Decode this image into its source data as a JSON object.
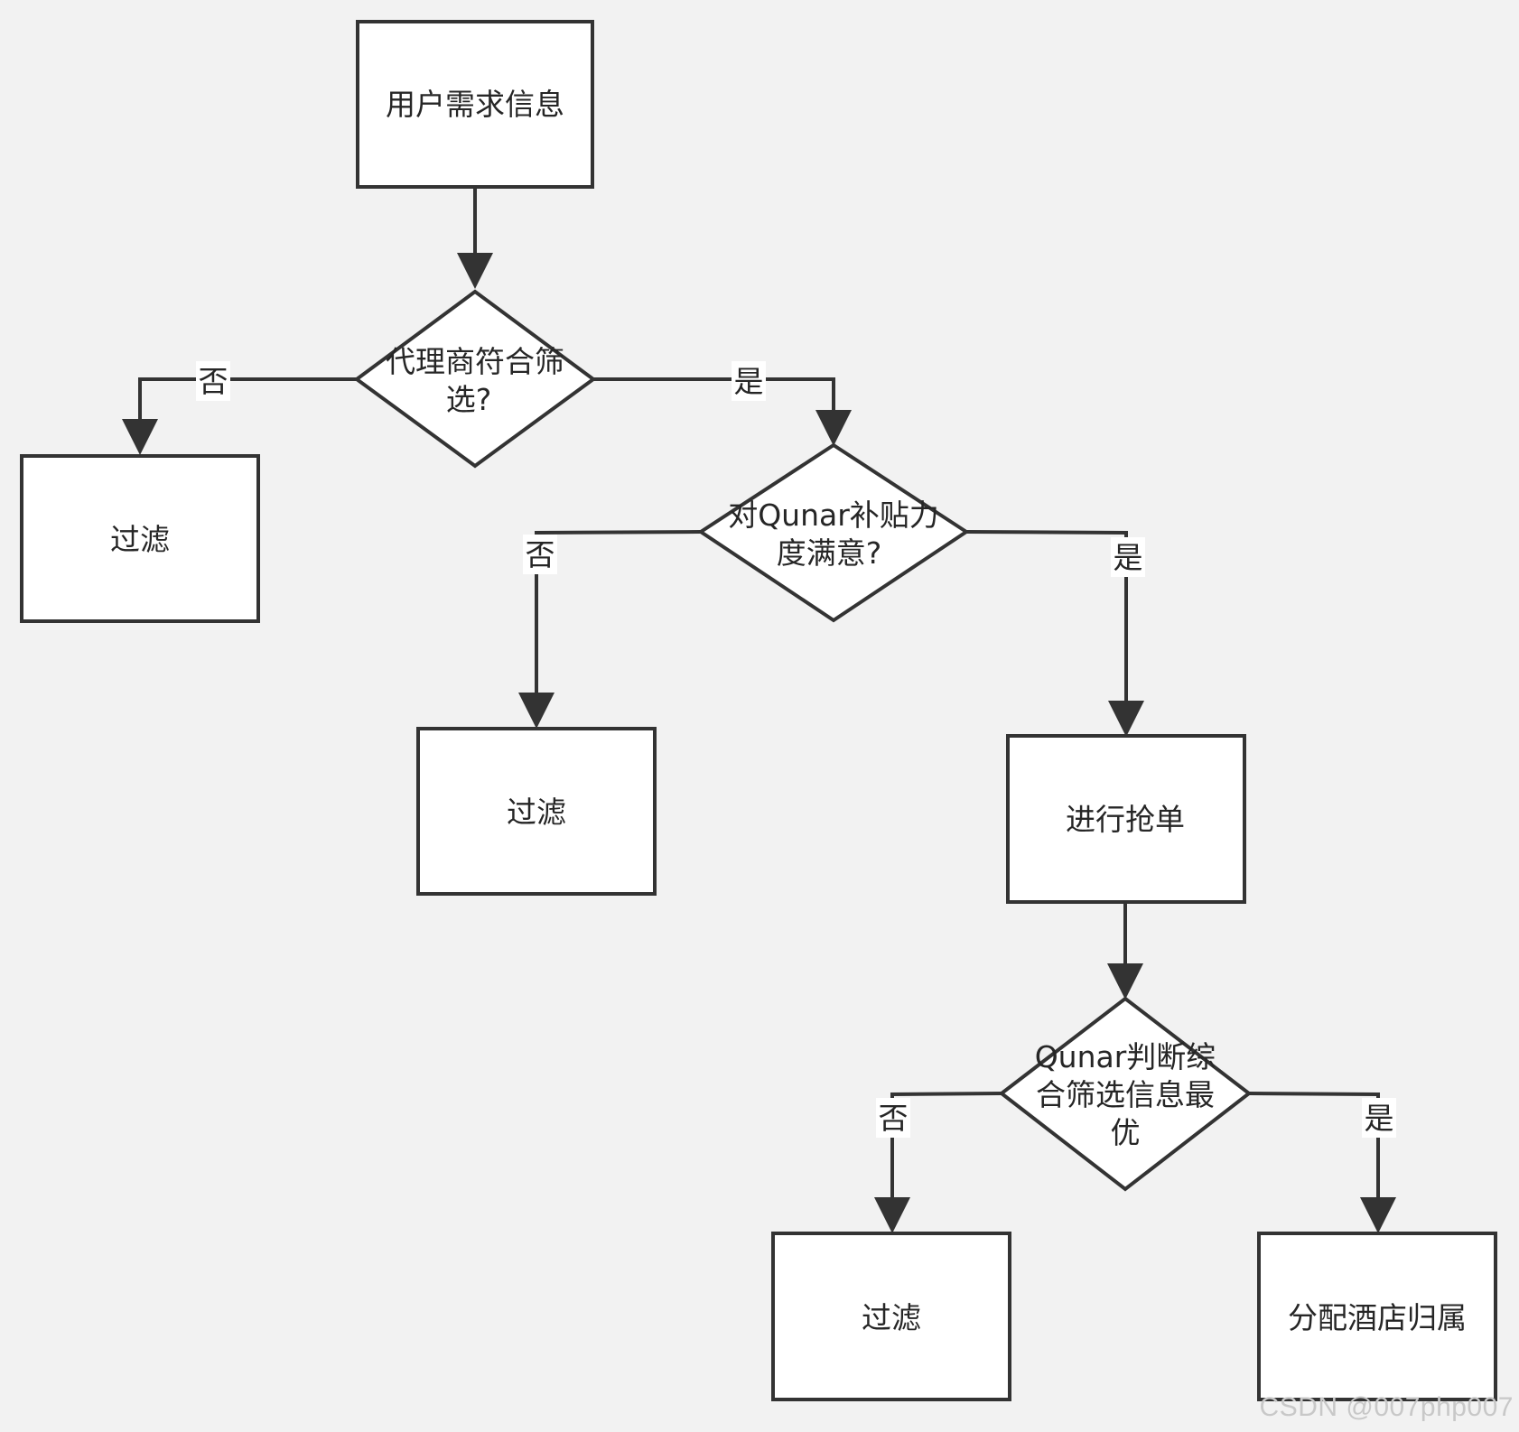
{
  "flowchart": {
    "nodes": {
      "start": {
        "lines": [
          "用户需求信息"
        ]
      },
      "decision1": {
        "lines": [
          "代理商符合筛",
          "选?"
        ]
      },
      "filter1": {
        "lines": [
          "过滤"
        ]
      },
      "decision2": {
        "lines": [
          "对Qunar补贴力",
          "度满意?"
        ]
      },
      "filter2": {
        "lines": [
          "过滤"
        ]
      },
      "grab": {
        "lines": [
          "进行抢单"
        ]
      },
      "decision3": {
        "lines": [
          "Qunar判断综",
          "合筛选信息最",
          "优"
        ]
      },
      "filter3": {
        "lines": [
          "过滤"
        ]
      },
      "assign": {
        "lines": [
          "分配酒店归属"
        ]
      }
    },
    "edges": {
      "d1_no": "否",
      "d1_yes": "是",
      "d2_no": "否",
      "d2_yes": "是",
      "d3_no": "否",
      "d3_yes": "是"
    }
  },
  "watermark": "CSDN @007php007",
  "colors": {
    "background": "#f2f2f2",
    "stroke": "#333333",
    "fill": "#ffffff",
    "text": "#262626"
  }
}
